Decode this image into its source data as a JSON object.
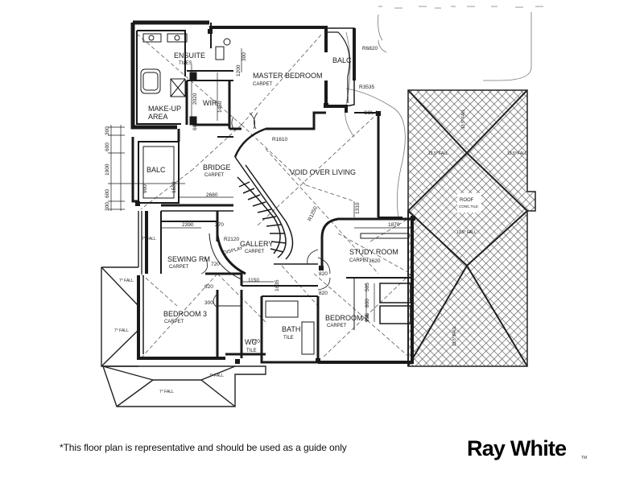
{
  "rooms": {
    "ensuite": "ENSUITE",
    "ensuite_floor": "TILES",
    "master": "MASTER BEDROOM",
    "master_floor": "CARPET",
    "balc1": "BALC",
    "makeup1": "MAKE-UP",
    "makeup2": "AREA",
    "wir": "WIR",
    "bridge": "BRIDGE",
    "bridge_floor": "CARPET",
    "balc2": "BALC",
    "void": "VOID OVER LIVING",
    "roof": "ROOF",
    "roof_floor": "CONC.TILE",
    "gallery": "GALLERY",
    "gallery_floor": "CARPET",
    "display": "DISPLAY",
    "sewing": "SEWING RM",
    "sewing_floor": "CARPET",
    "study": "STUDY ROOM",
    "study_floor": "CARPET",
    "bed3": "BEDROOM 3",
    "bed3_floor": "CARPET",
    "bed2": "BEDROOM 2",
    "bed2_floor": "CARPET",
    "bath": "BATH",
    "bath_floor": "TILE",
    "wc": "WC",
    "wc_floor": "TILE",
    "cola": "COL A"
  },
  "dims": {
    "r6820": "R6820",
    "r3535": "R3535",
    "r1610": "R1610",
    "r1250": "R1250",
    "r2120": "R2120",
    "d300a": "300",
    "d1200": "1200",
    "d2020": "2020",
    "d1450": "1450",
    "d600a": "600",
    "d300b": "300",
    "d600b": "600",
    "d1900": "1900",
    "d600c": "600",
    "d300c": "300",
    "d1580": "1580",
    "d900": "900",
    "d2680": "2680",
    "d2390": "2390",
    "d270": "270",
    "d1310": "1310",
    "d1870": "1870",
    "d3620": "3620",
    "d820a": "820",
    "d820b": "820",
    "d720": "720",
    "d1150": "1150",
    "d1635": "1635",
    "d505": "505",
    "d800": "800",
    "d955": "955",
    "d2200": "720",
    "d820c": "820",
    "d300d": "300",
    "fall1": "13.5° FALL",
    "fall2": "13.5° FALL",
    "fall3": "13.5° FALL",
    "fall4": "13.5° FALL",
    "fall5": "13.5° FALL",
    "fall6": "7° FALL",
    "fall7": "7° FALL",
    "fall8": "7° FALL",
    "fall9": "7° FALL",
    "fall10": "7° FALL"
  },
  "footer": {
    "disclaimer": "*This floor plan is representative and should be used as a guide only",
    "brand": "Ray White",
    "tm": "TM"
  }
}
